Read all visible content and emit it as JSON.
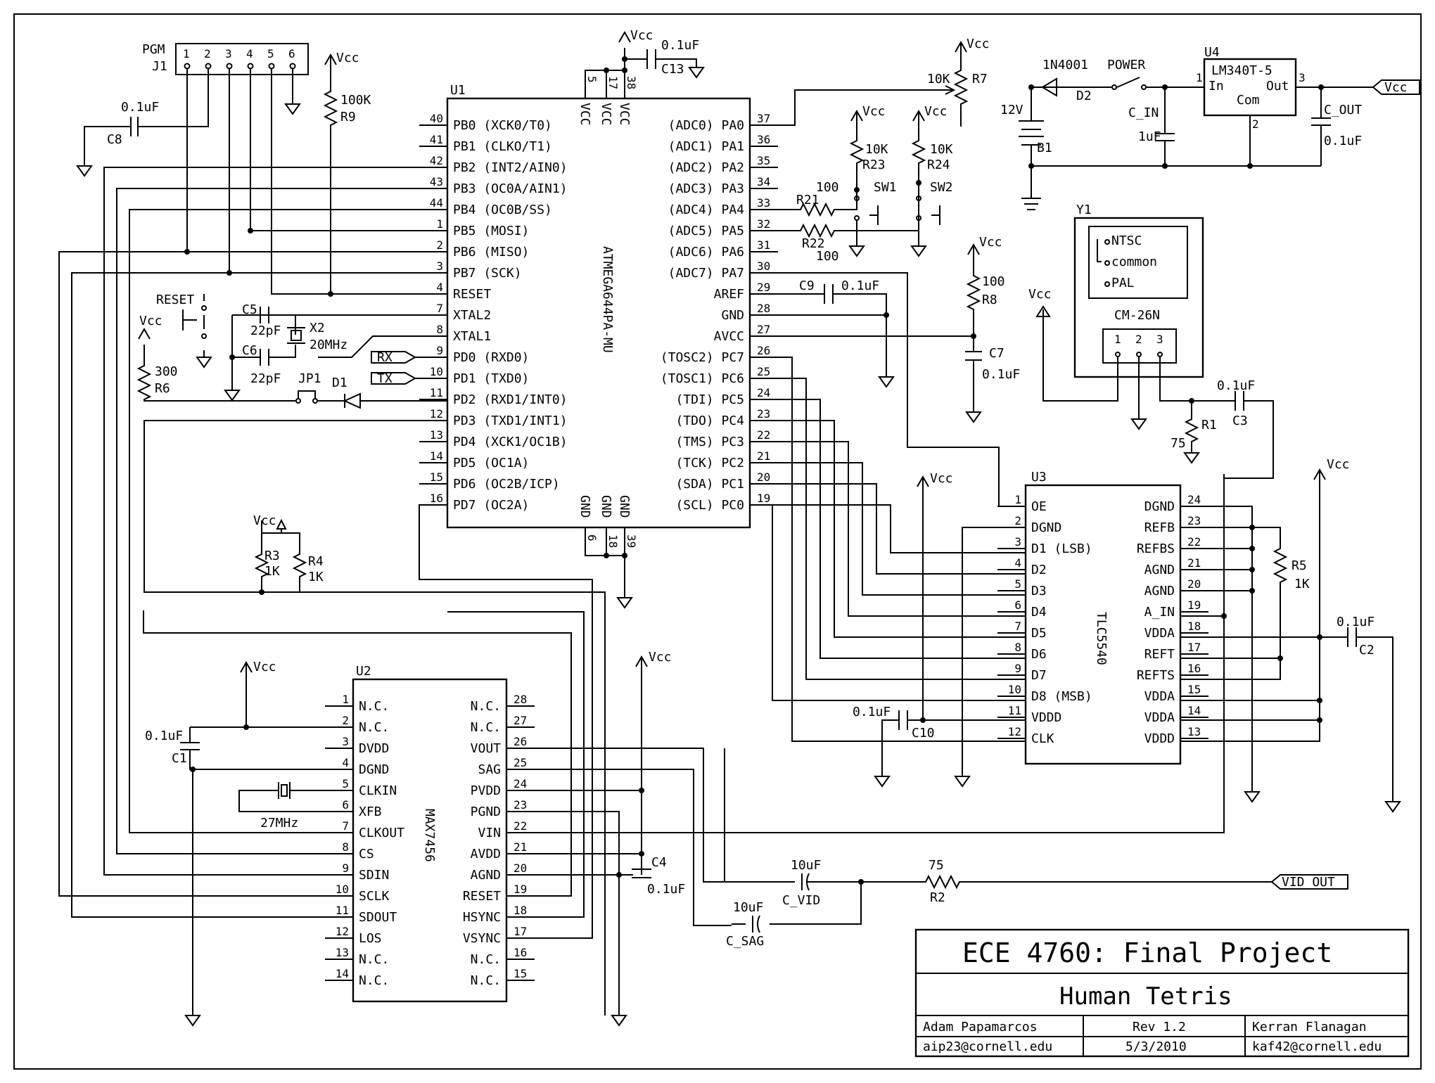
{
  "labels": {
    "u1_ref": "U1",
    "u1_part": "ATMEGA644PA-MU",
    "u2_ref": "U2",
    "u2_part": "MAX7456",
    "u3_ref": "U3",
    "u3_part": "TLC5540",
    "u4_ref": "U4",
    "u4_part": "LM340T-5",
    "u4_in": "In",
    "u4_out": "Out",
    "u4_com": "Com",
    "y1_ref": "Y1",
    "y1_part": "CM-26N",
    "y1_ntsc": "NTSC",
    "y1_common": "common",
    "y1_pal": "PAL",
    "j1_ref": "J1",
    "j1_name": "PGM",
    "vcc": "Vcc",
    "rx": "RX",
    "tx": "TX",
    "vid_out": "VID_OUT",
    "reset_btn": "RESET",
    "power": "POWER",
    "d2_part": "1N4001",
    "batt": "12V",
    "b1": "B1",
    "r9": "R9",
    "r9_val": "100K",
    "r7": "R7",
    "r7_val": "10K",
    "r23": "R23",
    "r23_val": "10K",
    "r24": "R24",
    "r24_val": "10K",
    "r21": "R21",
    "r21_val": "100",
    "r22": "R22",
    "r22_val": "100",
    "r8": "R8",
    "r8_val": "100",
    "r6": "R6",
    "r6_val": "300",
    "r3": "R3",
    "r3_val": "1K",
    "r4": "R4",
    "r4_val": "1K",
    "r1": "R1",
    "r1_val": "75",
    "r5": "R5",
    "r5_val": "1K",
    "r2": "R2",
    "r2_val": "75",
    "sw1": "SW1",
    "sw2": "SW2",
    "c8": "C8",
    "c8_val": "0.1uF",
    "c13": "C13",
    "c13_val": "0.1uF",
    "c5": "C5",
    "c5_val": "22pF",
    "c6": "C6",
    "c6_val": "22pF",
    "x2": "X2",
    "x2_val": "20MHz",
    "jp1": "JP1",
    "d1": "D1",
    "d2": "D2",
    "c9": "C9",
    "c9_val": "0.1uF",
    "c7": "C7",
    "c7_val": "0.1uF",
    "c_in": "C_IN",
    "c_in_val": "1uF",
    "c_out": "C_OUT",
    "c_out_val": "0.1uF",
    "c3": "C3",
    "c3_val": "0.1uF",
    "c2": "C2",
    "c2_val": "0.1uF",
    "c10": "C10",
    "c10_val": "0.1uF",
    "c1": "C1",
    "c1_val": "0.1uF",
    "c4": "C4",
    "c4_val": "0.1uF",
    "x27": "27MHz",
    "c_vid": "C_VID",
    "c_vid_val": "10uF",
    "c_sag": "C_SAG",
    "c_sag_val": "10uF"
  },
  "u1_left": [
    {
      "n": "40",
      "name": "PB0 (XCK0/T0)"
    },
    {
      "n": "41",
      "name": "PB1 (CLKO/T1)"
    },
    {
      "n": "42",
      "name": "PB2 (INT2/AIN0)"
    },
    {
      "n": "43",
      "name": "PB3 (OC0A/AIN1)"
    },
    {
      "n": "44",
      "name": "PB4 (OC0B/SS)"
    },
    {
      "n": "1",
      "name": "PB5 (MOSI)"
    },
    {
      "n": "2",
      "name": "PB6 (MISO)"
    },
    {
      "n": "3",
      "name": "PB7 (SCK)"
    },
    {
      "n": "4",
      "name": "RESET"
    },
    {
      "n": "7",
      "name": "XTAL2"
    },
    {
      "n": "8",
      "name": "XTAL1"
    },
    {
      "n": "9",
      "name": "PD0 (RXD0)"
    },
    {
      "n": "10",
      "name": "PD1 (TXD0)"
    },
    {
      "n": "11",
      "name": "PD2 (RXD1/INT0)"
    },
    {
      "n": "12",
      "name": "PD3 (TXD1/INT1)"
    },
    {
      "n": "13",
      "name": "PD4 (XCK1/OC1B)"
    },
    {
      "n": "14",
      "name": "PD5 (OC1A)"
    },
    {
      "n": "15",
      "name": "PD6 (OC2B/ICP)"
    },
    {
      "n": "16",
      "name": "PD7 (OC2A)"
    }
  ],
  "u1_right": [
    {
      "n": "37",
      "name": "(ADC0) PA0"
    },
    {
      "n": "36",
      "name": "(ADC1) PA1"
    },
    {
      "n": "35",
      "name": "(ADC2) PA2"
    },
    {
      "n": "34",
      "name": "(ADC3) PA3"
    },
    {
      "n": "33",
      "name": "(ADC4) PA4"
    },
    {
      "n": "32",
      "name": "(ADC5) PA5"
    },
    {
      "n": "31",
      "name": "(ADC6) PA6"
    },
    {
      "n": "30",
      "name": "(ADC7) PA7"
    },
    {
      "n": "29",
      "name": "AREF"
    },
    {
      "n": "28",
      "name": "GND"
    },
    {
      "n": "27",
      "name": "AVCC"
    },
    {
      "n": "26",
      "name": "(TOSC2) PC7"
    },
    {
      "n": "25",
      "name": "(TOSC1) PC6"
    },
    {
      "n": "24",
      "name": "(TDI) PC5"
    },
    {
      "n": "23",
      "name": "(TDO) PC4"
    },
    {
      "n": "22",
      "name": "(TMS) PC3"
    },
    {
      "n": "21",
      "name": "(TCK) PC2"
    },
    {
      "n": "20",
      "name": "(SDA) PC1"
    },
    {
      "n": "19",
      "name": "(SCL) PC0"
    }
  ],
  "u1_top": [
    {
      "n": "5",
      "name": "VCC"
    },
    {
      "n": "17",
      "name": "VCC"
    },
    {
      "n": "38",
      "name": "VCC"
    }
  ],
  "u1_bottom": [
    {
      "n": "6",
      "name": "GND"
    },
    {
      "n": "18",
      "name": "GND"
    },
    {
      "n": "39",
      "name": "GND"
    }
  ],
  "u2_left": [
    {
      "n": "1",
      "name": "N.C."
    },
    {
      "n": "2",
      "name": "N.C."
    },
    {
      "n": "3",
      "name": "DVDD"
    },
    {
      "n": "4",
      "name": "DGND"
    },
    {
      "n": "5",
      "name": "CLKIN"
    },
    {
      "n": "6",
      "name": "XFB"
    },
    {
      "n": "7",
      "name": "CLKOUT"
    },
    {
      "n": "8",
      "name": "CS"
    },
    {
      "n": "9",
      "name": "SDIN"
    },
    {
      "n": "10",
      "name": "SCLK"
    },
    {
      "n": "11",
      "name": "SDOUT"
    },
    {
      "n": "12",
      "name": "LOS"
    },
    {
      "n": "13",
      "name": "N.C."
    },
    {
      "n": "14",
      "name": "N.C."
    }
  ],
  "u2_right": [
    {
      "n": "28",
      "name": "N.C."
    },
    {
      "n": "27",
      "name": "N.C."
    },
    {
      "n": "26",
      "name": "VOUT"
    },
    {
      "n": "25",
      "name": "SAG"
    },
    {
      "n": "24",
      "name": "PVDD"
    },
    {
      "n": "23",
      "name": "PGND"
    },
    {
      "n": "22",
      "name": "VIN"
    },
    {
      "n": "21",
      "name": "AVDD"
    },
    {
      "n": "20",
      "name": "AGND"
    },
    {
      "n": "19",
      "name": "RESET"
    },
    {
      "n": "18",
      "name": "HSYNC"
    },
    {
      "n": "17",
      "name": "VSYNC"
    },
    {
      "n": "16",
      "name": "N.C."
    },
    {
      "n": "15",
      "name": "N.C."
    }
  ],
  "u3_left": [
    {
      "n": "1",
      "name": "OE"
    },
    {
      "n": "2",
      "name": "DGND"
    },
    {
      "n": "3",
      "name": "D1 (LSB)"
    },
    {
      "n": "4",
      "name": "D2"
    },
    {
      "n": "5",
      "name": "D3"
    },
    {
      "n": "6",
      "name": "D4"
    },
    {
      "n": "7",
      "name": "D5"
    },
    {
      "n": "8",
      "name": "D6"
    },
    {
      "n": "9",
      "name": "D7"
    },
    {
      "n": "10",
      "name": "D8 (MSB)"
    },
    {
      "n": "11",
      "name": "VDDD"
    },
    {
      "n": "12",
      "name": "CLK"
    }
  ],
  "u3_right": [
    {
      "n": "24",
      "name": "DGND"
    },
    {
      "n": "23",
      "name": "REFB"
    },
    {
      "n": "22",
      "name": "REFBS"
    },
    {
      "n": "21",
      "name": "AGND"
    },
    {
      "n": "20",
      "name": "AGND"
    },
    {
      "n": "19",
      "name": "A_IN"
    },
    {
      "n": "18",
      "name": "VDDA"
    },
    {
      "n": "17",
      "name": "REFT"
    },
    {
      "n": "16",
      "name": "REFTS"
    },
    {
      "n": "15",
      "name": "VDDA"
    },
    {
      "n": "14",
      "name": "VDDA"
    },
    {
      "n": "13",
      "name": "VDDD"
    }
  ],
  "j1_pins": [
    "1",
    "2",
    "3",
    "4",
    "5",
    "6"
  ],
  "u4_pins": [
    "1",
    "2",
    "3"
  ],
  "y1_pins": [
    "1",
    "2",
    "3"
  ],
  "title_block": {
    "title": "ECE 4760: Final Project",
    "subtitle": "Human Tetris",
    "author1": "Adam Papamarcos",
    "email1": "aip23@cornell.edu",
    "rev": "Rev 1.2",
    "date": "5/3/2010",
    "author2": "Kerran Flanagan",
    "email2": "kaf42@cornell.edu"
  }
}
